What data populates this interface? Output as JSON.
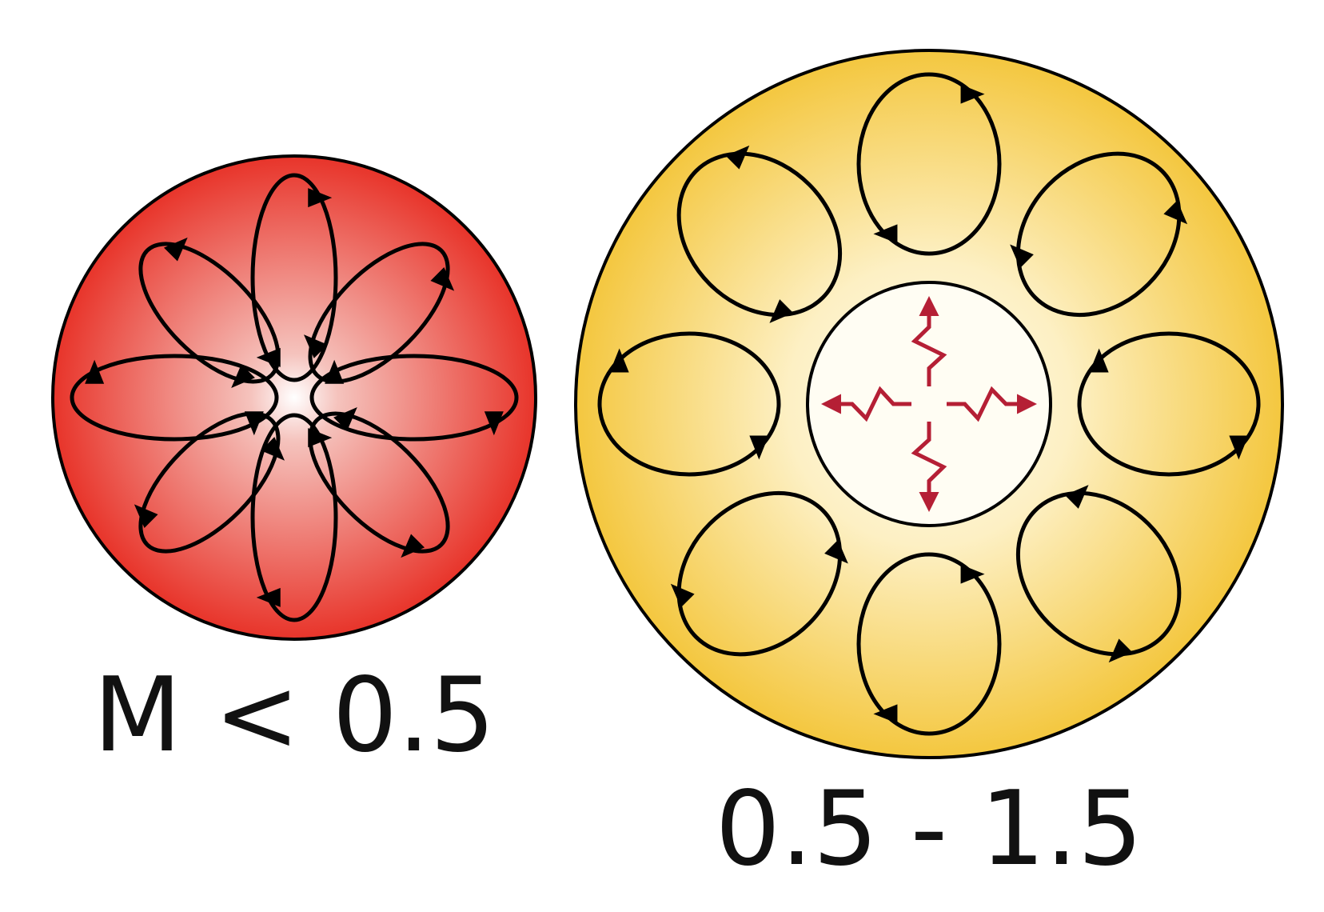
{
  "stars": [
    {
      "id": "low-mass",
      "label": "M < 0.5",
      "fill_edge": "#e8342a",
      "fill_center": "#ffffff",
      "zones": [
        "convective"
      ]
    },
    {
      "id": "mid-mass",
      "label": "0.5 - 1.5",
      "fill_edge": "#f4c73f",
      "fill_center": "#fffbe8",
      "zones": [
        "radiative-core",
        "convective-envelope"
      ]
    }
  ],
  "colors": {
    "outline": "#000000",
    "flow_arrow": "#000000",
    "radiation_arrow": "#b51f35"
  },
  "icons": {
    "convection_loop": "looping-arrow-icon",
    "radiation": "zigzag-arrow-icon"
  }
}
